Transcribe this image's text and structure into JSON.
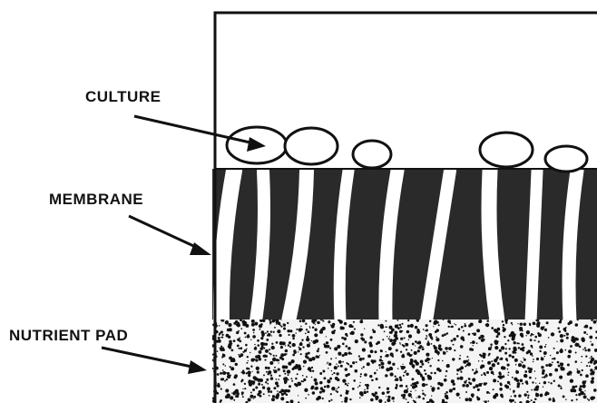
{
  "labels": {
    "culture": "CULTURE",
    "membrane": "MEMBRANE",
    "nutrient_pad": "NUTRIENT PAD"
  },
  "colors": {
    "ink": "#111111",
    "membrane_dark": "#2a2a2a",
    "pad_background": "#f4f4f4",
    "paper": "#ffffff"
  }
}
